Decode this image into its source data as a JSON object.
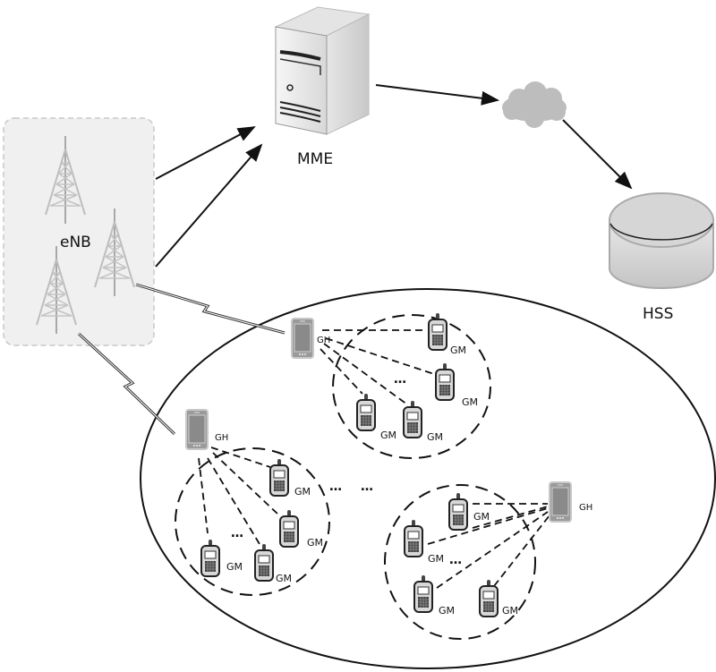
{
  "title": "LTE network with group head / group member clusters",
  "nodes": {
    "enb": {
      "label": "eNB"
    },
    "mme": {
      "label": "MME"
    },
    "hss": {
      "label": "HSS"
    },
    "cloud": {
      "label": ""
    }
  },
  "cluster_labels": {
    "head": "GH",
    "member": "GM",
    "ellipsis": "…"
  },
  "clusters": [
    {
      "name": "cluster-top",
      "members": 4
    },
    {
      "name": "cluster-left",
      "members": 4
    },
    {
      "name": "cluster-right",
      "members": 4
    }
  ],
  "connections": [
    {
      "from": "eNB",
      "to": "MME",
      "type": "arrow"
    },
    {
      "from": "eNB",
      "to": "MME",
      "type": "arrow"
    },
    {
      "from": "MME",
      "to": "cloud",
      "type": "arrow"
    },
    {
      "from": "cloud",
      "to": "HSS",
      "type": "arrow"
    },
    {
      "from": "eNB",
      "to": "GH-top",
      "type": "wireless"
    },
    {
      "from": "eNB",
      "to": "GH-left",
      "type": "wireless"
    }
  ],
  "colors": {
    "stroke": "#111111",
    "enb_box": "#f0f0f0",
    "tower": "#b8b8b8",
    "phone": "#8a8a8a"
  }
}
